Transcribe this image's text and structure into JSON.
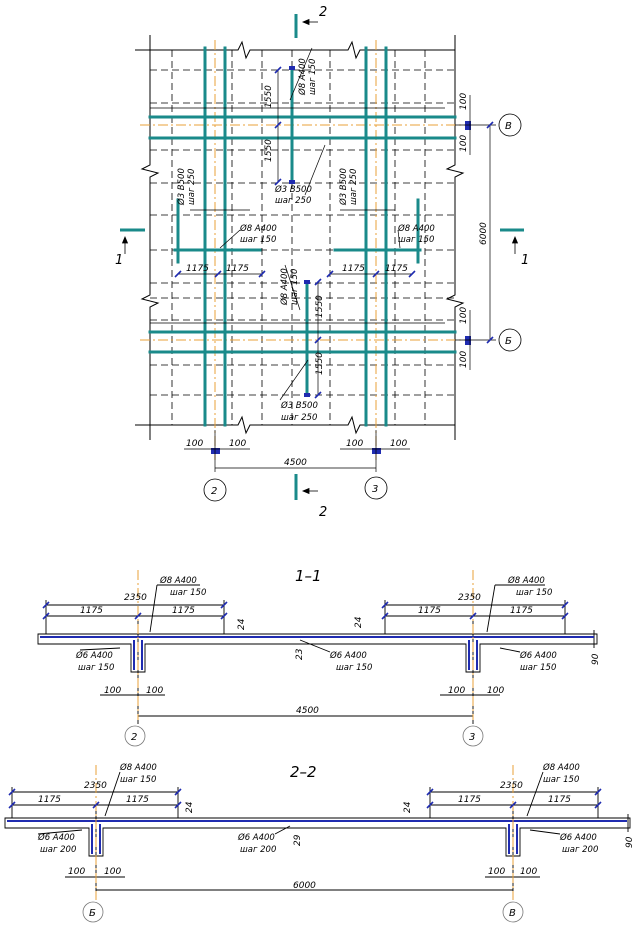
{
  "colors": {
    "rebar": "#1a8a8a",
    "dim_mark": "#1f2bb0",
    "axis": "#e8a23a",
    "line": "#000000",
    "circle_gray": "#777777"
  },
  "plan": {
    "axis_labels": {
      "col_left": "2",
      "col_right": "3",
      "row_top": "В",
      "row_bottom": "Б"
    },
    "section_marks": {
      "top": "2",
      "bottom": "2",
      "left": "1",
      "right": "1"
    },
    "dims": {
      "d1175": "1175",
      "d100": "100",
      "d1550": "1550",
      "d6000": "6000",
      "d4500": "4500"
    },
    "notes": {
      "a400_8": "Ø8 A400",
      "a400_8b": "Ø8 A400",
      "a400_8c": "Ø8 A400",
      "a400_8d": "Ø8 A400",
      "step150": "шаг 150",
      "step150b": "шаг 150",
      "step150c": "шаг 150",
      "step150d": "шаг 150",
      "b500_3a": "Ø3 B500",
      "b500_3b": "Ø3 B500",
      "b500_3c": "Ø3 B500",
      "b500_3d": "Ø3 B500",
      "step250a": "шаг 250",
      "step250b": "шаг 250",
      "step250c": "шаг 250",
      "step250d": "шаг 250"
    }
  },
  "section1": {
    "title": "1–1",
    "d2350": "2350",
    "d1175": "1175",
    "d24": "24",
    "d23": "23",
    "d90": "90",
    "d100": "100",
    "d4500": "4500",
    "ax_left": "2",
    "ax_right": "3",
    "top_note": "Ø8 A400",
    "top_step": "шаг 150",
    "bot_note": "Ø6 A400",
    "bot_step": "шаг 150"
  },
  "section2": {
    "title": "2–2",
    "d2350": "2350",
    "d1175": "1175",
    "d24": "24",
    "d29": "29",
    "d90": "90",
    "d100": "100",
    "d6000": "6000",
    "ax_left": "Б",
    "ax_right": "В",
    "top_note": "Ø8 A400",
    "top_step": "шаг 150",
    "bot_note": "Ø6 A400",
    "bot_step": "шаг 200"
  }
}
